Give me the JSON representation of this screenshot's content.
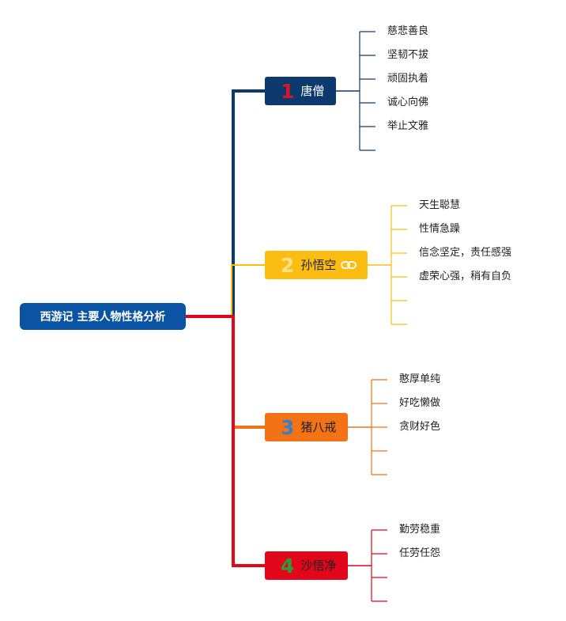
{
  "root": {
    "label": "西游记 主要人物性格分析",
    "color": "#0b53a3"
  },
  "branches": [
    {
      "num": "1",
      "name": "唐僧",
      "box_color": "#0d3a6e",
      "num_color": "#d8172a",
      "label_color": "#ffffff",
      "line_color": "#0d3a6e",
      "traits": [
        "慈悲善良",
        "坚韧不拔",
        "顽固执着",
        "诚心向佛",
        "举止文雅",
        ""
      ]
    },
    {
      "num": "2",
      "name": "孙悟空",
      "box_color": "#fbbd12",
      "num_color": "#ffe28a",
      "label_color": "#222222",
      "line_color": "#fbbd12",
      "has_link_icon": true,
      "traits": [
        "天生聪慧",
        "性情急躁",
        "信念坚定，责任感强",
        "虚荣心强，稍有自负",
        "",
        ""
      ]
    },
    {
      "num": "3",
      "name": "猪八戒",
      "box_color": "#f47216",
      "num_color": "#3a7fc2",
      "label_color": "#222222",
      "line_color": "#f47216",
      "traits": [
        "憨厚单纯",
        "好吃懒做",
        "贪财好色",
        "",
        ""
      ]
    },
    {
      "num": "4",
      "name": "沙悟净",
      "box_color": "#e2061b",
      "num_color": "#2f9a3c",
      "label_color": "#222222",
      "line_color": "#e2061b",
      "traits": [
        "勤劳稳重",
        "任劳任怨",
        "",
        ""
      ]
    }
  ]
}
